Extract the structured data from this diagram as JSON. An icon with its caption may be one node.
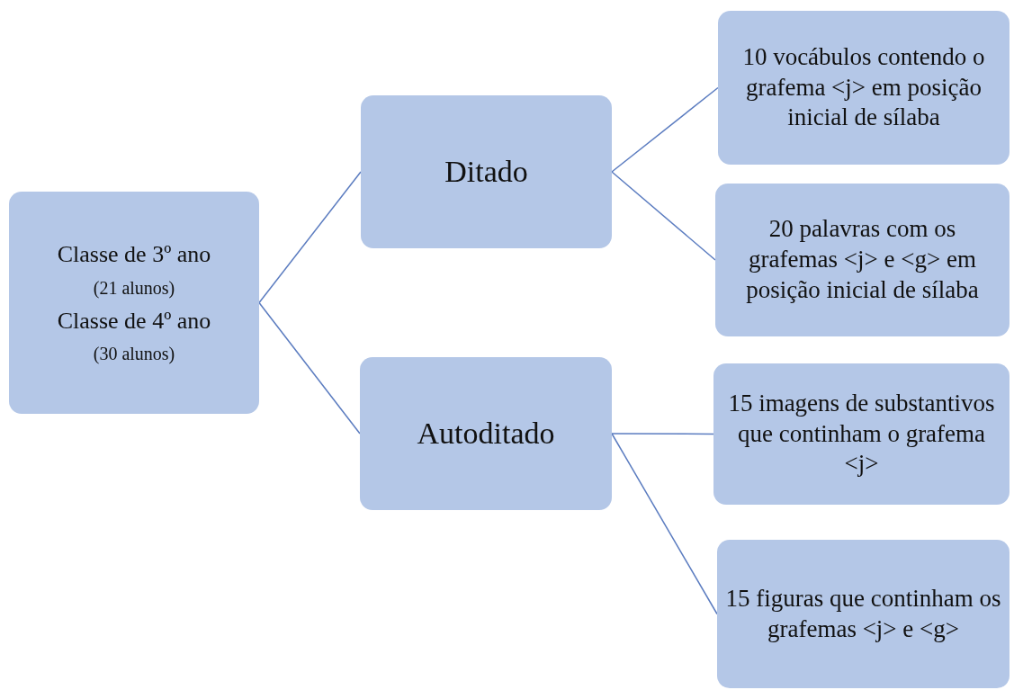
{
  "diagram": {
    "nodes": [
      {
        "text": [
          "Classe de 3º ano",
          "(21 alunos)",
          "Classe de 4º ano",
          "(30 alunos)"
        ]
      },
      {
        "text": [
          "Ditado"
        ]
      },
      {
        "text": [
          "Autoditado"
        ]
      },
      {
        "text": [
          "10 vocábulos contendo o grafema <j> em posição inicial de sílaba"
        ]
      },
      {
        "text": [
          "20 palavras com os grafemas <j> e <g> em posição inicial de sílaba"
        ]
      },
      {
        "text": [
          "15 imagens de substantivos que continham o grafema <j>"
        ]
      },
      {
        "text": [
          "15 figuras que continham os grafemas <j> e <g>"
        ]
      }
    ],
    "edges": [
      {
        "from": 0,
        "to": 1,
        "arrow": "none"
      },
      {
        "from": 0,
        "to": 2,
        "arrow": "none"
      },
      {
        "from": 1,
        "to": 3,
        "arrow": "none"
      },
      {
        "from": 1,
        "to": 4,
        "arrow": "none"
      },
      {
        "from": 2,
        "to": 5,
        "arrow": "none"
      },
      {
        "from": 2,
        "to": 6,
        "arrow": "none"
      }
    ]
  }
}
